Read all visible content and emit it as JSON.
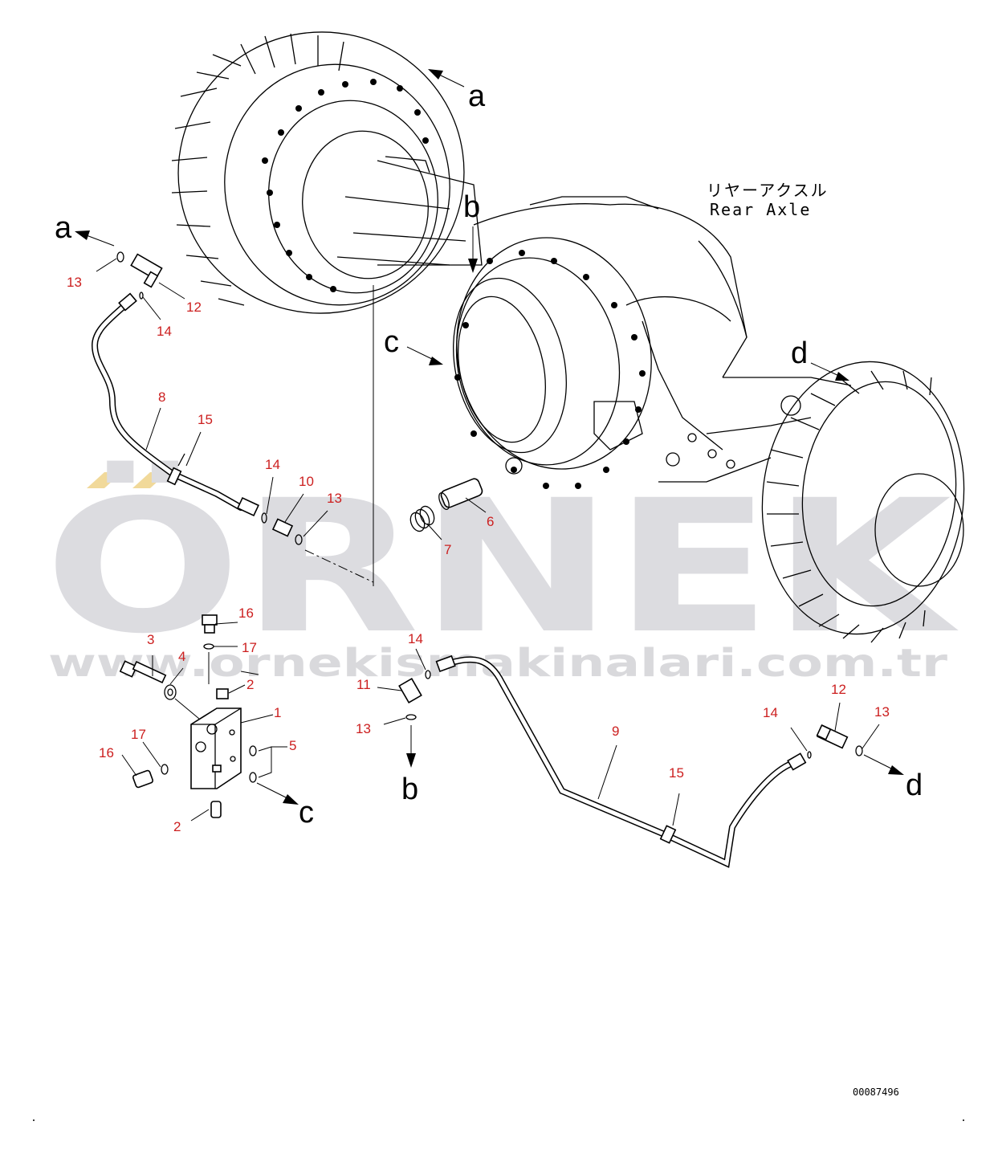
{
  "title": {
    "japanese": "リヤーアクスル",
    "english": "Rear Axle"
  },
  "watermark": {
    "logo_text": "ÖRNEK",
    "url_text": "www.ornekismakinalari.com.tr"
  },
  "drawing_number": "00087496",
  "colors": {
    "part_number": "#cc1f1f",
    "watermark": "#dcdce0",
    "line": "#000000"
  },
  "connection_letters": [
    "a",
    "b",
    "c",
    "d"
  ],
  "callouts": [
    {
      "num": "1"
    },
    {
      "num": "2"
    },
    {
      "num": "2"
    },
    {
      "num": "3"
    },
    {
      "num": "4"
    },
    {
      "num": "5"
    },
    {
      "num": "6"
    },
    {
      "num": "7"
    },
    {
      "num": "8"
    },
    {
      "num": "9"
    },
    {
      "num": "10"
    },
    {
      "num": "11"
    },
    {
      "num": "12"
    },
    {
      "num": "12"
    },
    {
      "num": "13"
    },
    {
      "num": "13"
    },
    {
      "num": "13"
    },
    {
      "num": "13"
    },
    {
      "num": "14"
    },
    {
      "num": "14"
    },
    {
      "num": "14"
    },
    {
      "num": "14"
    },
    {
      "num": "15"
    },
    {
      "num": "15"
    },
    {
      "num": "16"
    },
    {
      "num": "16"
    },
    {
      "num": "17"
    },
    {
      "num": "17"
    }
  ]
}
